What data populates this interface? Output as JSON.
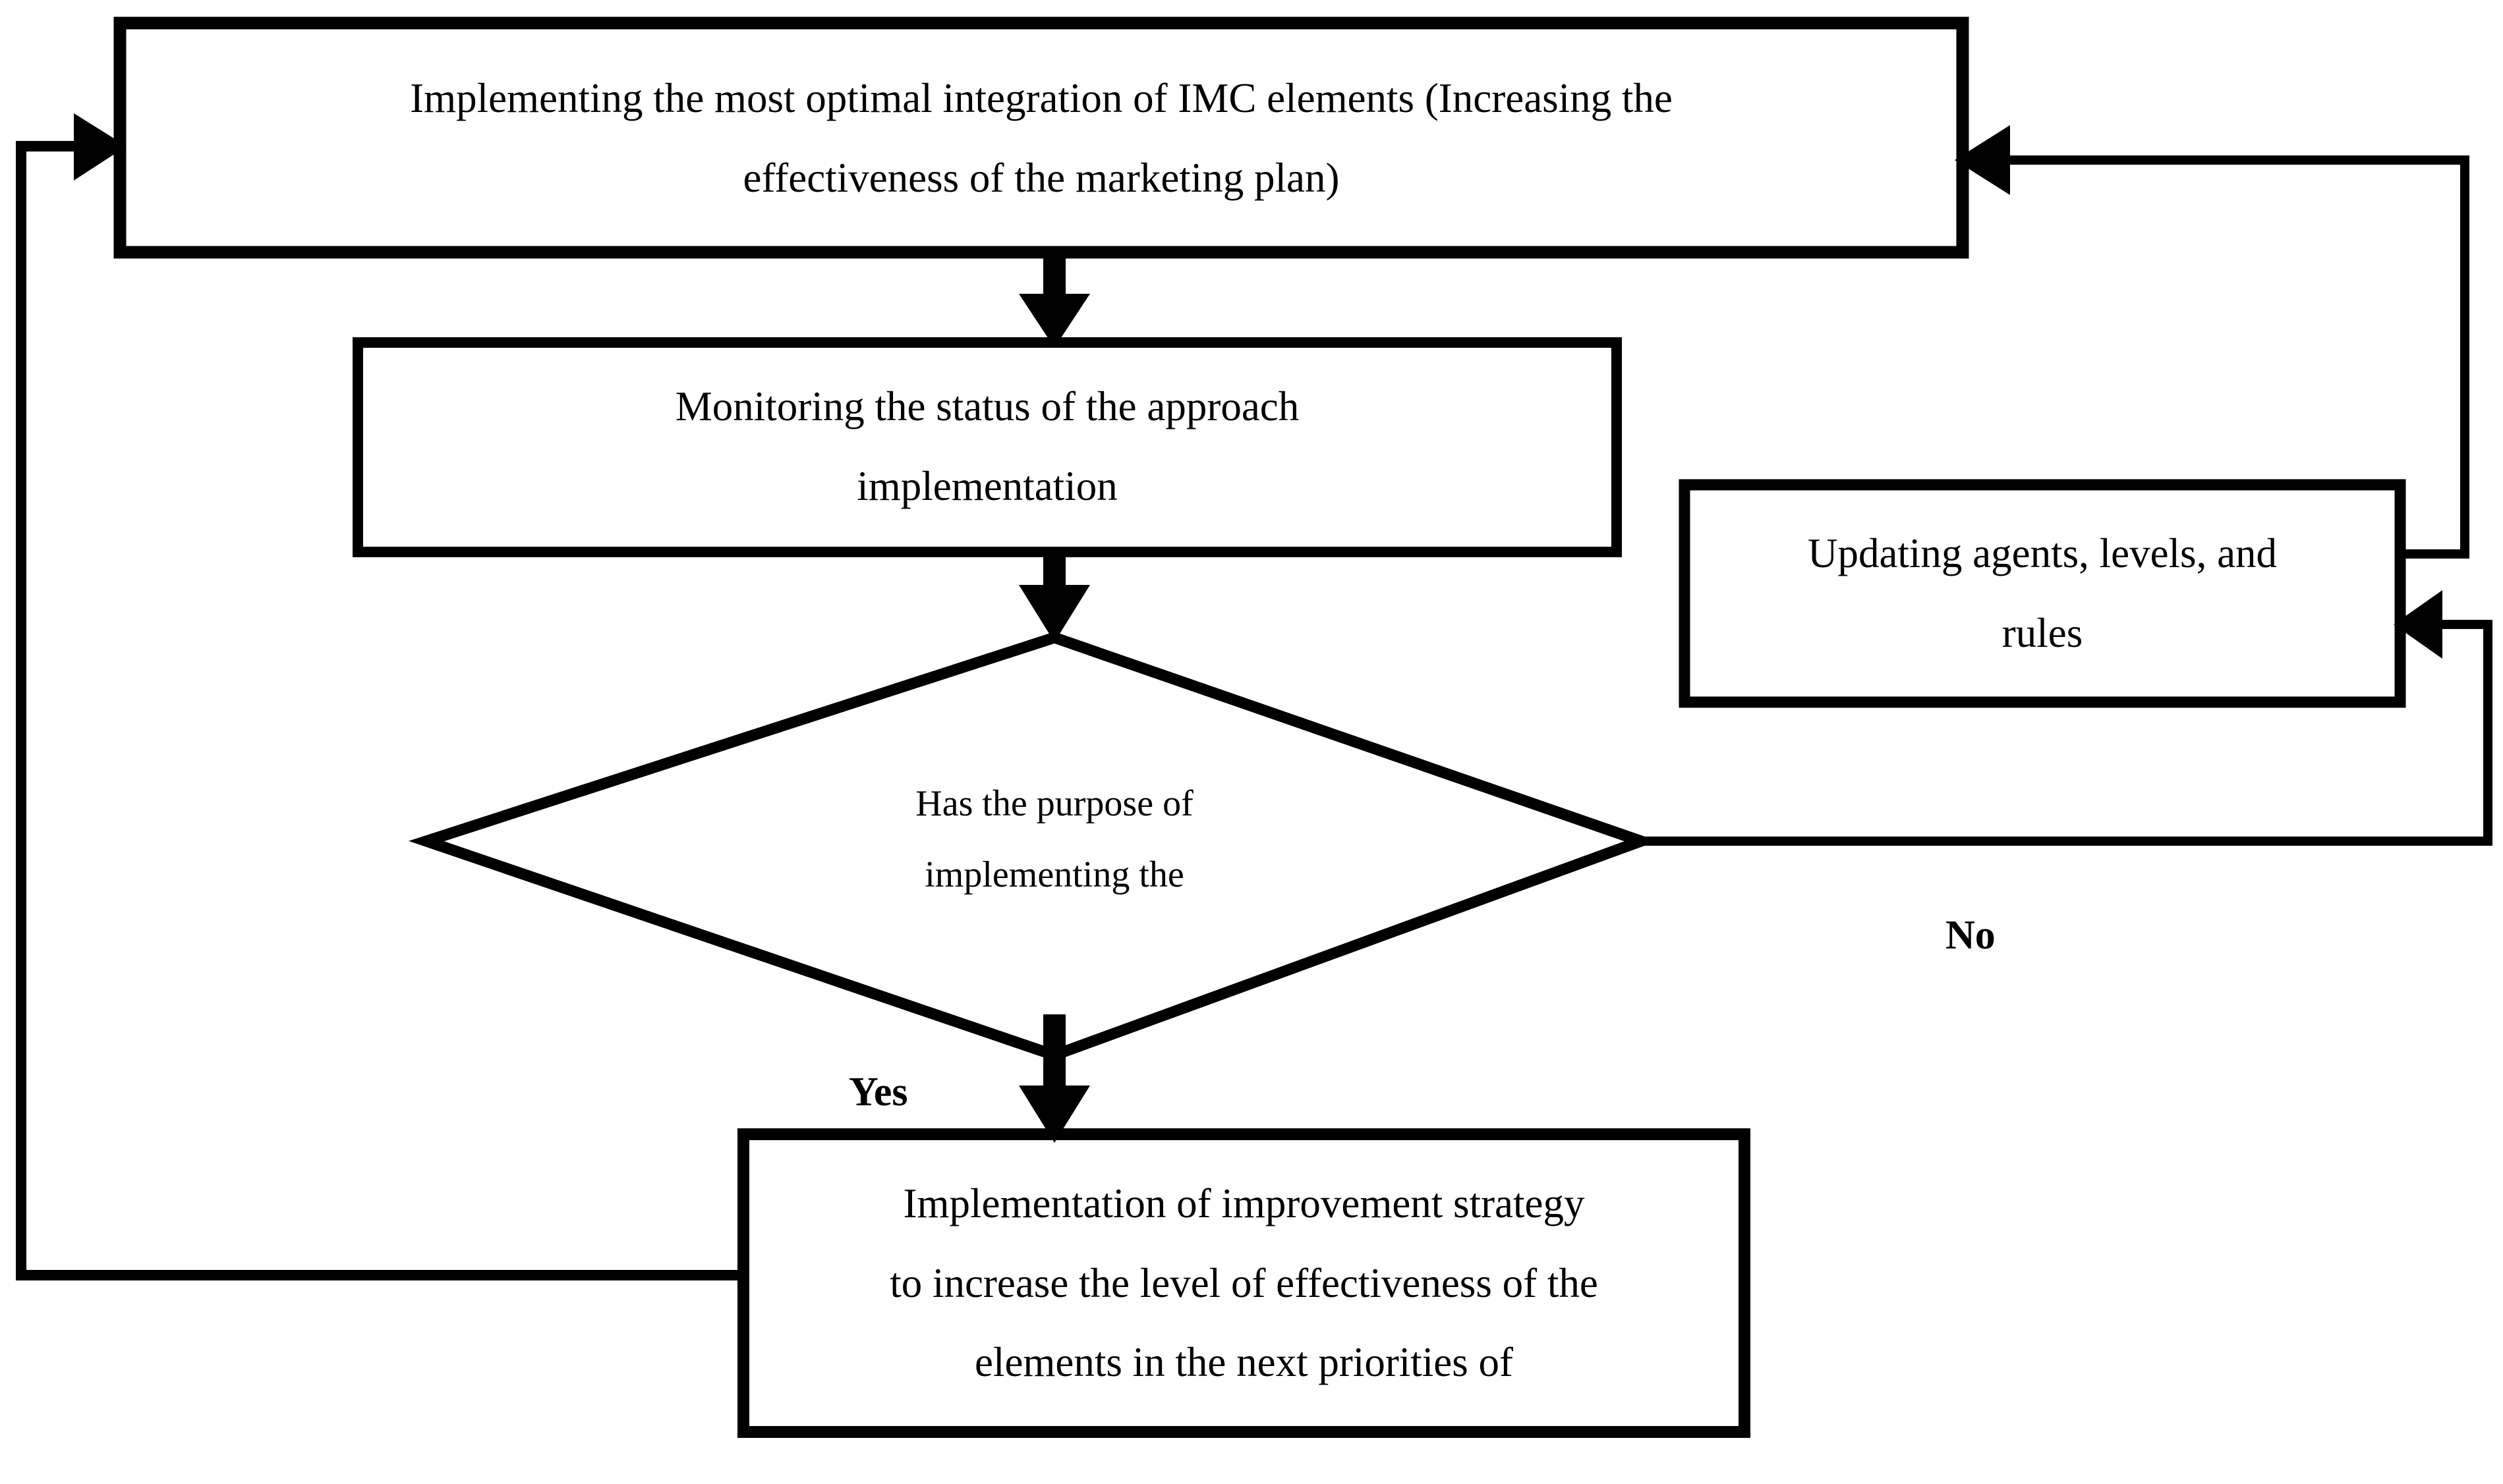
{
  "diagram": {
    "title": "IMC elements integration monitoring and improvement loop",
    "background_color": "#ffffff",
    "stroke_color": "#000000",
    "nodes": {
      "implement_integration": {
        "shape": "process-box",
        "lines": [
          "Implementing the most optimal integration of IMC elements (Increasing the",
          "effectiveness of the marketing plan)"
        ]
      },
      "monitoring_status": {
        "shape": "process-box",
        "lines": [
          "Monitoring the status of the approach",
          "implementation"
        ]
      },
      "updating_agents": {
        "shape": "process-box",
        "lines": [
          "Updating agents, levels, and",
          "rules"
        ]
      },
      "decision_purpose": {
        "shape": "decision-diamond",
        "lines": [
          "Has the purpose of",
          "implementing the"
        ]
      },
      "improvement_strategy": {
        "shape": "process-box",
        "lines": [
          "Implementation of improvement strategy",
          "to increase the level of effectiveness of the",
          "elements in the next priorities of"
        ]
      }
    },
    "branch_labels": {
      "yes": "Yes",
      "no": "No"
    }
  },
  "chart_data": {
    "type": "diagram",
    "title": "IMC elements integration monitoring and improvement loop",
    "nodes": [
      {
        "id": "implement_integration",
        "type": "process",
        "text": "Implementing the most optimal integration of IMC elements (Increasing the effectiveness of the marketing plan)"
      },
      {
        "id": "monitoring_status",
        "type": "process",
        "text": "Monitoring the status of the approach implementation"
      },
      {
        "id": "decision_purpose",
        "type": "decision",
        "text": "Has the purpose of implementing the"
      },
      {
        "id": "improvement_strategy",
        "type": "process",
        "text": "Implementation of improvement strategy to increase the level of effectiveness of the elements in the next priorities of"
      },
      {
        "id": "updating_agents",
        "type": "process",
        "text": "Updating agents, levels, and rules"
      }
    ],
    "edges": [
      {
        "from": "implement_integration",
        "to": "monitoring_status",
        "label": ""
      },
      {
        "from": "monitoring_status",
        "to": "decision_purpose",
        "label": ""
      },
      {
        "from": "decision_purpose",
        "to": "improvement_strategy",
        "label": "Yes"
      },
      {
        "from": "decision_purpose",
        "to": "updating_agents",
        "label": "No"
      },
      {
        "from": "updating_agents",
        "to": "implement_integration",
        "label": ""
      },
      {
        "from": "improvement_strategy",
        "to": "implement_integration",
        "label": ""
      }
    ]
  }
}
